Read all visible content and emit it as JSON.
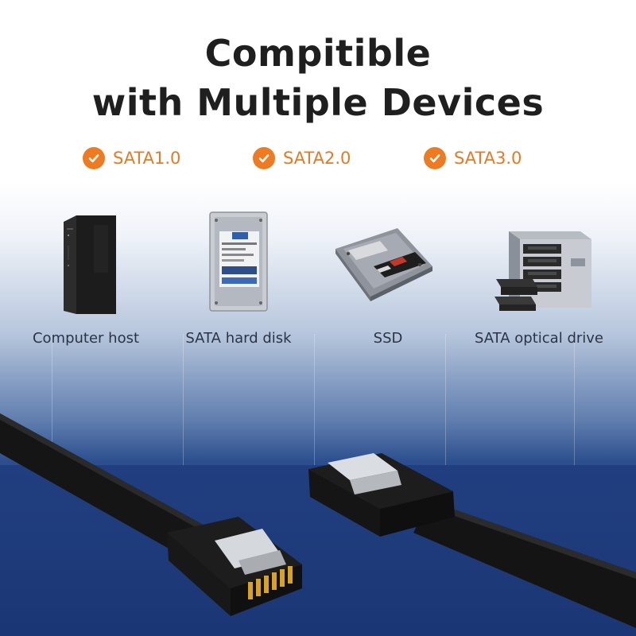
{
  "title": {
    "line1": "Compitible",
    "line2": "with Multiple Devices"
  },
  "badges": [
    {
      "icon": "check-circle-icon",
      "label": "SATA1.0"
    },
    {
      "icon": "check-circle-icon",
      "label": "SATA2.0"
    },
    {
      "icon": "check-circle-icon",
      "label": "SATA3.0"
    }
  ],
  "devices": [
    {
      "icon": "computer-tower-icon",
      "label": "Computer host"
    },
    {
      "icon": "hard-disk-icon",
      "label": "SATA hard disk"
    },
    {
      "icon": "ssd-icon",
      "label": "SSD"
    },
    {
      "icon": "optical-drive-enclosure-icon",
      "label": "SATA optical drive"
    }
  ],
  "colors": {
    "accent": "#ee7b22",
    "title": "#1f1f1f",
    "background_bottom": "#1a3879"
  }
}
